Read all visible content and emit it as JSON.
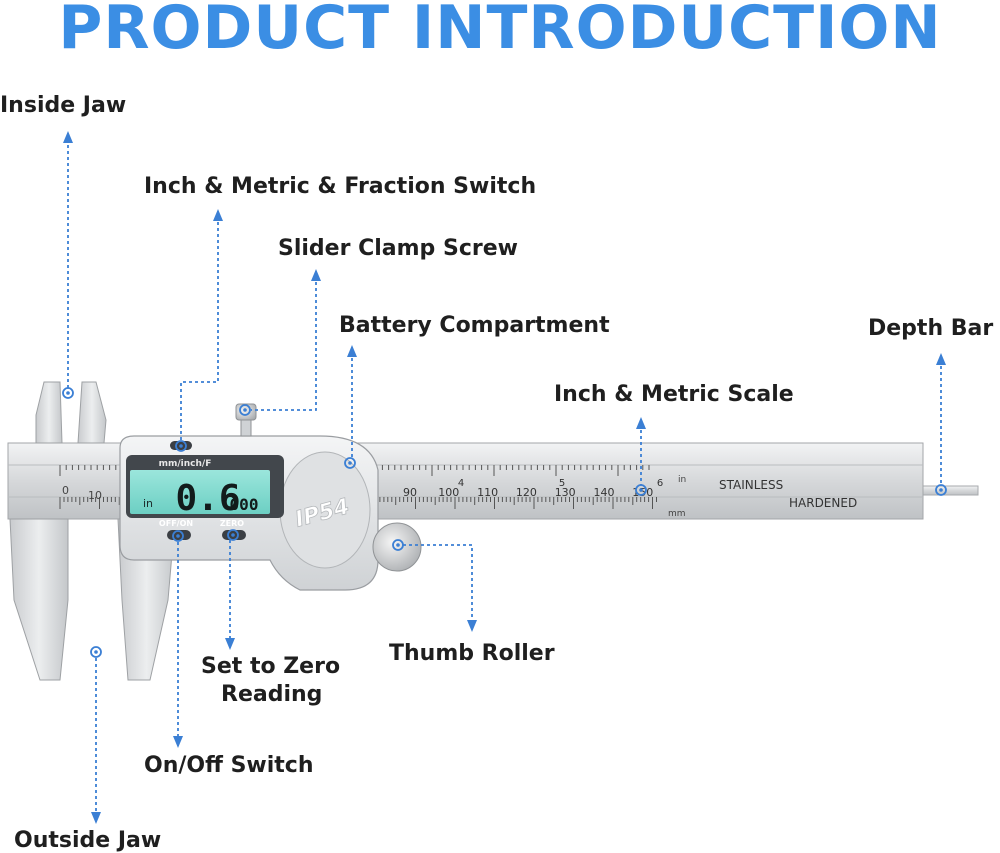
{
  "title": "PRODUCT INTRODUCTION",
  "labels": {
    "inside_jaw": "Inside Jaw",
    "switch": "Inch & Metric & Fraction Switch",
    "clamp": "Slider Clamp Screw",
    "battery": "Battery Compartment",
    "depth": "Depth Bar",
    "scale": "Inch & Metric Scale",
    "thumb": "Thumb Roller",
    "zero_1": "Set to Zero",
    "zero_2": "Reading",
    "onoff": "On/Off Switch",
    "outside_jaw": "Outside Jaw"
  },
  "caliper": {
    "mode_label": "mm/inch/F",
    "reading_big": "0.6",
    "reading_small": "000",
    "unit_in": "in",
    "btn_onoff": "OFF/ON",
    "btn_zero": "ZERO",
    "rating": "IP54",
    "inch_unit": "in",
    "mm_unit": "mm",
    "stamp_1": "STAINLESS",
    "stamp_2": "HARDENED",
    "mm_numbers": [
      "90",
      "100",
      "110",
      "120",
      "130",
      "140",
      "150"
    ],
    "inch_numbers": [
      "4",
      "5",
      "6"
    ],
    "main_zero": "0",
    "main_ten": "10"
  },
  "colors": {
    "accent": "#3b8ee4",
    "leader": "#3b7fd4",
    "lcd": "#7fd9cf",
    "steel": "#d9dadb"
  }
}
